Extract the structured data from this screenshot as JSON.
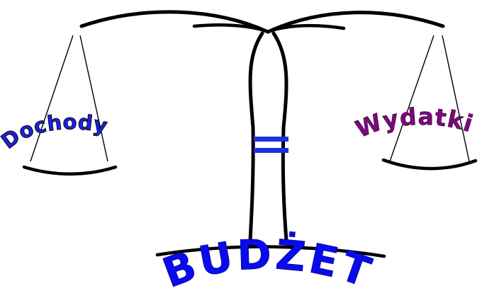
{
  "labels": {
    "left_pan": "Dochody",
    "right_pan": "Wydatki",
    "base": "BUDŻET",
    "equals_symbol": "="
  },
  "colors": {
    "line": "#000000",
    "left_pan_text": "#1f1fe0",
    "right_pan_text": "#7a0a7a",
    "base_text": "#0a0aee",
    "equals": "#1f2fe0",
    "text_outline": "#000000"
  }
}
